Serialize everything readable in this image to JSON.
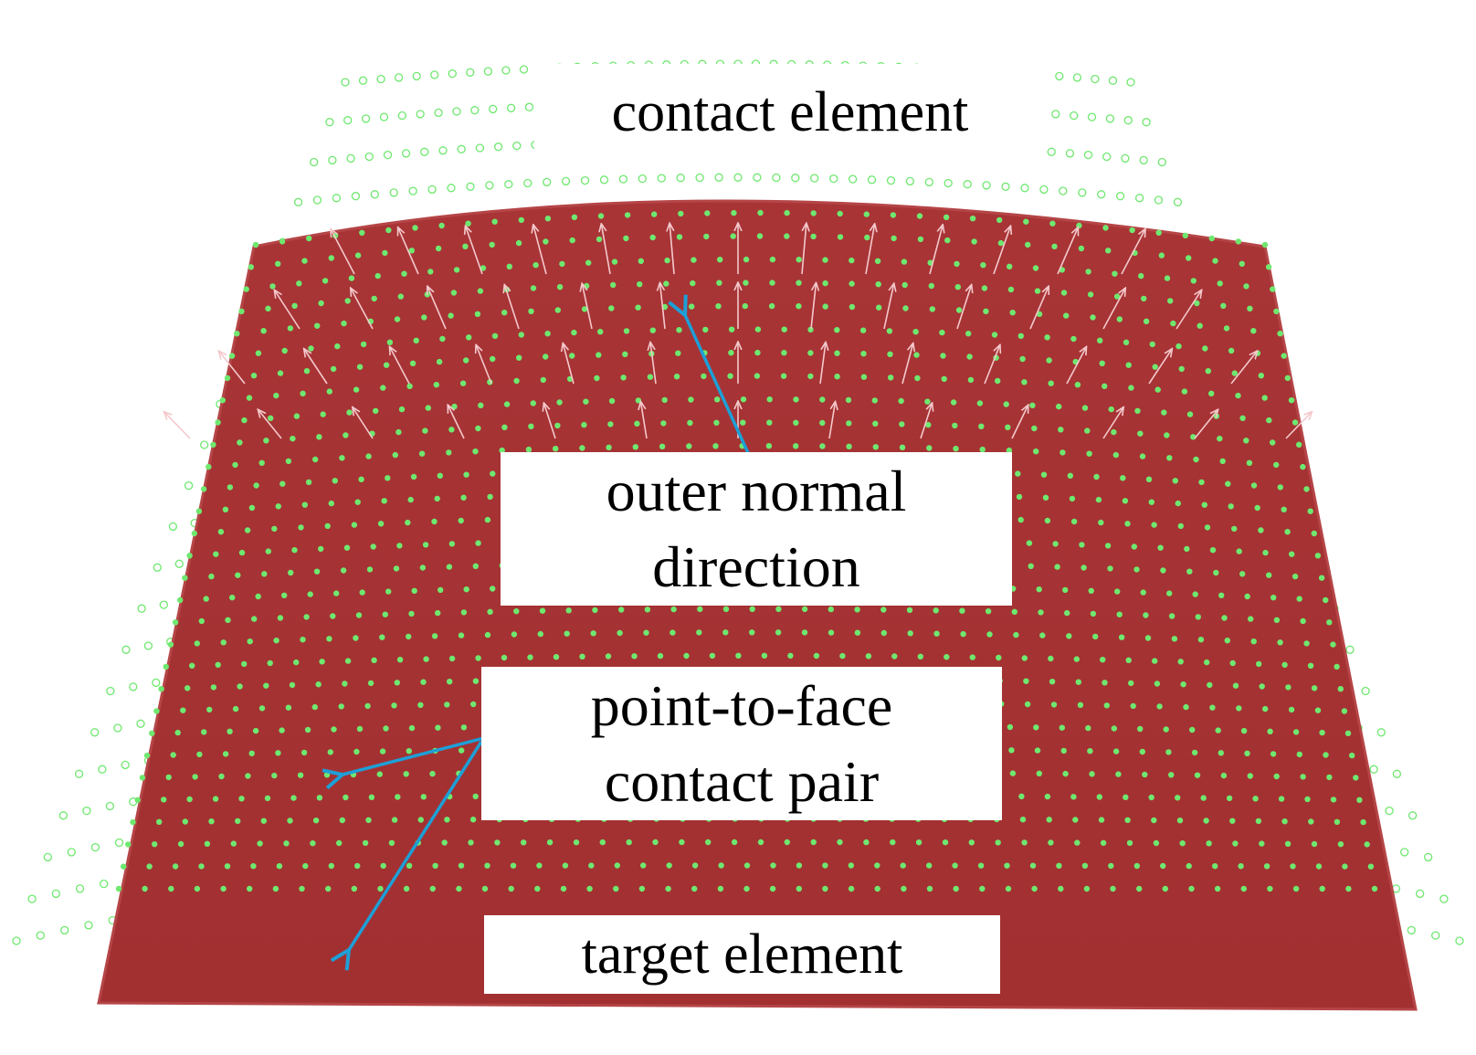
{
  "labels": {
    "contact_element": "contact element",
    "outer_normal_line1": "outer normal",
    "outer_normal_line2": "direction",
    "contact_pair_line1": "point-to-face",
    "contact_pair_line2": "contact pair",
    "target_element": "target element"
  },
  "colors": {
    "target_face": "#a63234",
    "target_face_light": "#b84446",
    "contact_nodes": "#6fe86f",
    "normal_arrows": "#f4c9cc",
    "pointer_arrows": "#1e9fd6",
    "label_background": "#ffffff"
  }
}
